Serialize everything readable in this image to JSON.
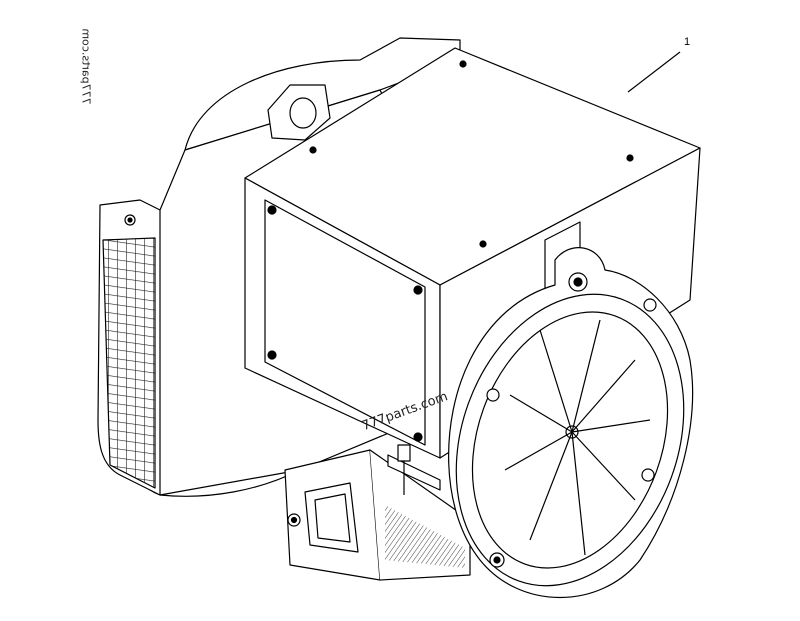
{
  "callouts": [
    {
      "label": "1"
    }
  ],
  "watermarks": {
    "corner": "777parts.com",
    "center": "777parts.com"
  },
  "colors": {
    "line": "#000000",
    "background": "#ffffff",
    "hatch": "#333333"
  }
}
